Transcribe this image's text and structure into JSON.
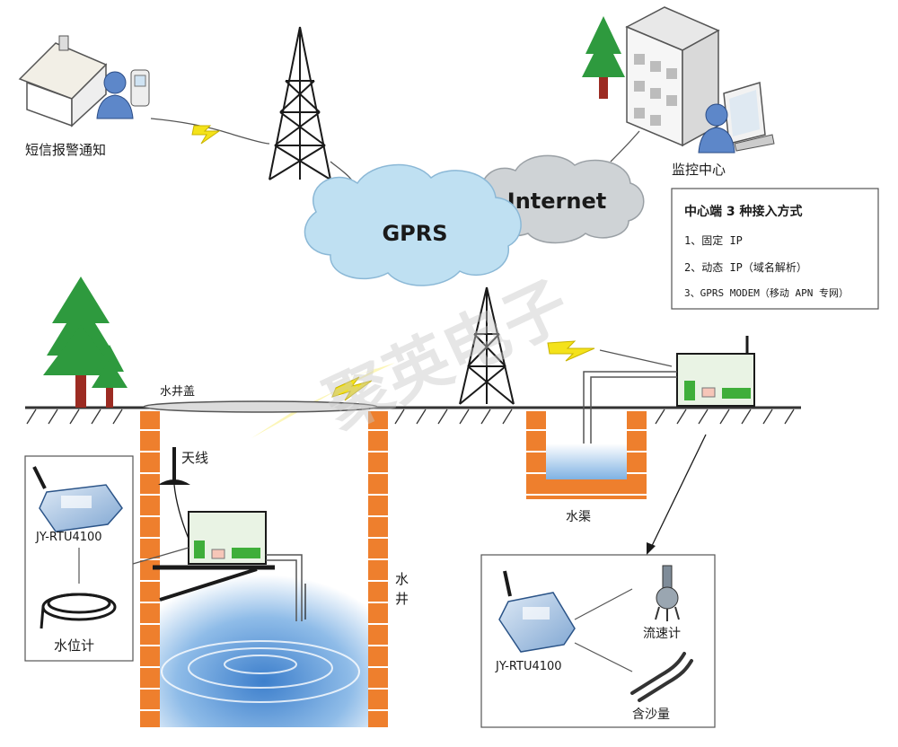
{
  "labels": {
    "sms_alert": "短信报警通知",
    "monitor_center": "监控中心",
    "gprs": "GPRS",
    "internet": "Internet",
    "well_cover": "水井盖",
    "antenna": "天线",
    "well": "水井",
    "water_canal": "水渠",
    "rtu_left": "JY-RTU4100",
    "rtu_right": "JY-RTU4100",
    "water_level_meter": "水位计",
    "flow_meter": "流速计",
    "sediment_meter": "含沙量"
  },
  "access_box": {
    "title": "中心端 3 种接入方式",
    "items": [
      "1、固定 IP",
      "2、动态 IP（域名解析）",
      "3、GPRS MODEM（移动 APN 专网）"
    ]
  },
  "watermark": "聚英电子",
  "colors": {
    "cloud": "#bfe0f2",
    "cloud_gray": "#cfd3d6",
    "brick": "#ee7f2d",
    "brick_line": "#ffffff",
    "water": "#6fa9e0",
    "tree": "#2e9a3e",
    "trunk": "#9c2b22",
    "device_body": "#e9f3e4",
    "device_green": "#3fae3a",
    "device_pink": "#f6c6b8",
    "bolt": "#f4e21a"
  }
}
